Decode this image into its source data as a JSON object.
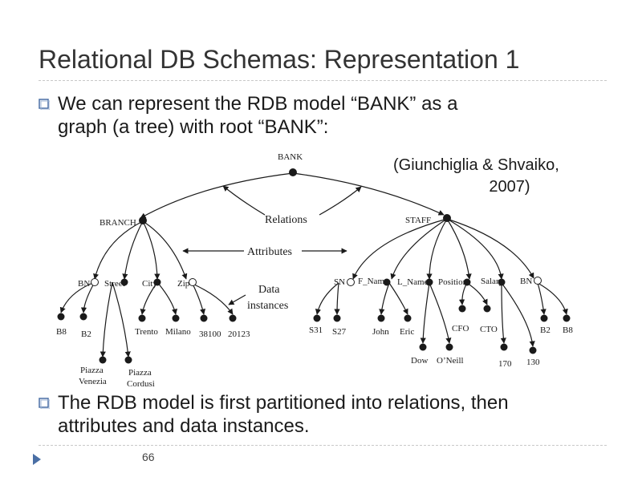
{
  "slide": {
    "title": "Relational DB Schemas: Representation 1",
    "bullet1_line1": "We can represent the RDB model “BANK” as a",
    "bullet1_line2": "graph (a tree) with root “BANK”:",
    "citation_line1": "(Giunchiglia & Shvaiko,",
    "citation_line2": "2007)",
    "bullet2_line1": "The RDB model is first partitioned into relations, then",
    "bullet2_line2": "attributes and data instances.",
    "page_number": "66"
  },
  "tree": {
    "root": "BANK",
    "relations": [
      "BRANCH",
      "STAFF"
    ],
    "annotations": {
      "relations": "Relations",
      "attributes": "Attributes",
      "data1": "Data",
      "data2": "instances"
    },
    "branch_attributes": [
      "BN",
      "Street",
      "City",
      "Zip"
    ],
    "branch_values": [
      "B8",
      "B2",
      "Trento",
      "Milano",
      "38100",
      "20123",
      "Piazza",
      "Venezia",
      "Piazza",
      "Cordusi"
    ],
    "staff_attributes": [
      "SN",
      "F_Name",
      "L_Name",
      "Position",
      "Salary",
      "BN"
    ],
    "staff_values": [
      "S31",
      "S27",
      "John",
      "Eric",
      "Dow",
      "O’Neill",
      "CFO",
      "CTO",
      "170",
      "130",
      "B2",
      "B8"
    ]
  },
  "colors": {
    "accent": "#4a6fa5",
    "text": "#1a1a1a",
    "title": "#333333"
  }
}
